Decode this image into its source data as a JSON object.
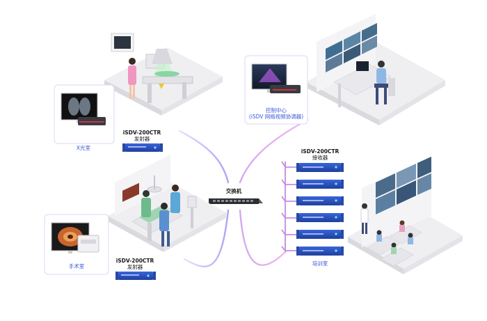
{
  "xray_room": {
    "device_title": "iSDV-200CTR",
    "device_subtitle": "发射器",
    "room_label": "X光室"
  },
  "surgery_room": {
    "device_title": "iSDV-200CTR",
    "device_subtitle": "发射器",
    "room_label": "手术室"
  },
  "control_center": {
    "title": "控制中心",
    "subtitle": "(iSDV 网络视频协调器)"
  },
  "switch": {
    "label": "交换机"
  },
  "receivers": {
    "device_title": "iSDV-200CTR",
    "device_subtitle": "接收器",
    "count": 6
  },
  "training_room": {
    "room_label": "培训室"
  },
  "colors": {
    "line_left": "#b9b4ff",
    "line_right": "#e9a6ea",
    "receiver_link": "#c48be0",
    "device_blue": "#2f54c8",
    "room_label_blue": "#3b56d9"
  }
}
